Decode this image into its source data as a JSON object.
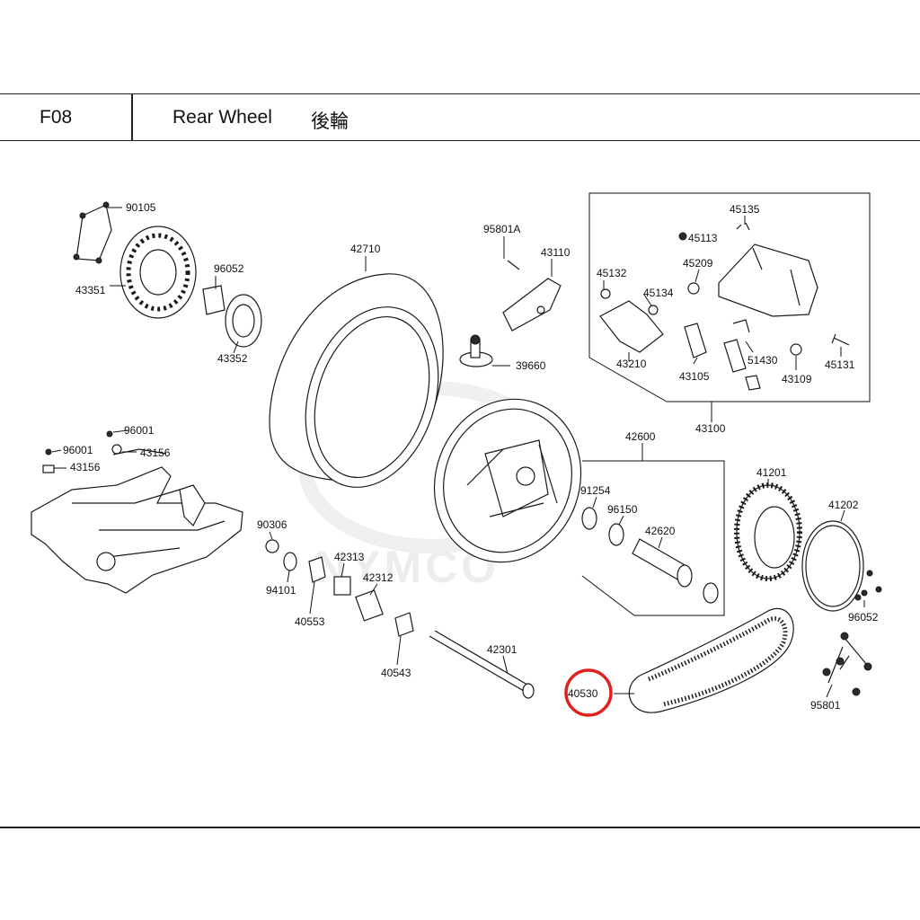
{
  "header": {
    "code": "F08",
    "title": "Rear Wheel",
    "title_cn": "後輪"
  },
  "watermark": "NYMCO",
  "colors": {
    "line": "#1a1a1a",
    "highlight": "#e0201b",
    "watermark": "#e6e6e6"
  },
  "highlighted_part": "40530",
  "parts": {
    "p90105": "90105",
    "p43351": "43351",
    "p96052a": "96052",
    "p43352": "43352",
    "p42710": "42710",
    "p95801a": "95801A",
    "p43110": "43110",
    "p39660": "39660",
    "p45135": "45135",
    "p45113": "45113",
    "p45132": "45132",
    "p45209": "45209",
    "p45134": "45134",
    "p43210": "43210",
    "p43105": "43105",
    "p51430": "51430",
    "p43109": "43109",
    "p45131": "45131",
    "p43100": "43100",
    "p96001a": "96001",
    "p96001b": "96001",
    "p43156a": "43156",
    "p43156b": "43156",
    "p42600": "42600",
    "p91254": "91254",
    "p96150": "96150",
    "p42620": "42620",
    "p41201": "41201",
    "p41202": "41202",
    "p90306": "90306",
    "p94101": "94101",
    "p42313": "42313",
    "p42312": "42312",
    "p40553": "40553",
    "p40543": "40543",
    "p42301": "42301",
    "p40530": "40530",
    "p96052b": "96052",
    "p95801": "95801"
  }
}
